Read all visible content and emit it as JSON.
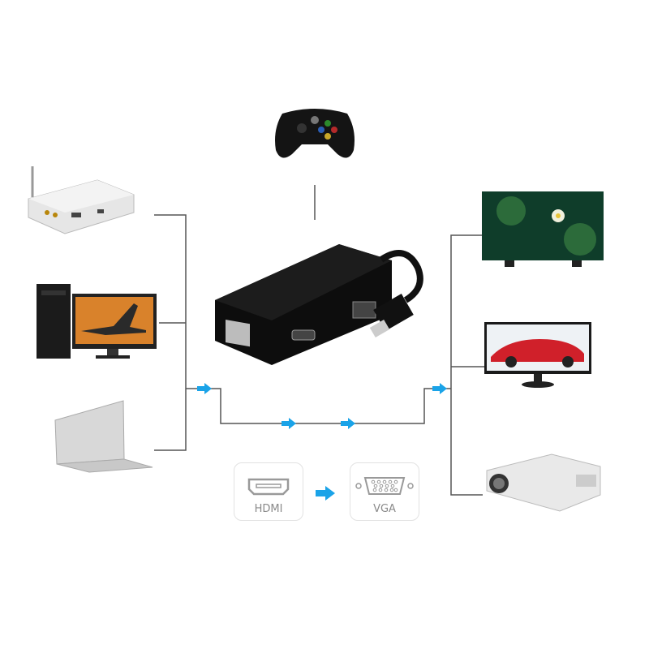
{
  "conversion": {
    "source_label": "HDMI",
    "target_label": "VGA",
    "source_icon": "hdmi-port-icon",
    "target_icon": "vga-port-icon",
    "arrow_icon": "arrow-right-icon"
  },
  "colors": {
    "line": "#555555",
    "arrow": "#1aa3e8",
    "device_dark": "#111111"
  },
  "inputs": [
    "set-top-box",
    "desktop-computer",
    "laptop"
  ],
  "outputs": [
    "flat-tv",
    "monitor",
    "projector"
  ],
  "accessory": "game-controller",
  "hub": "hdmi-adapter"
}
